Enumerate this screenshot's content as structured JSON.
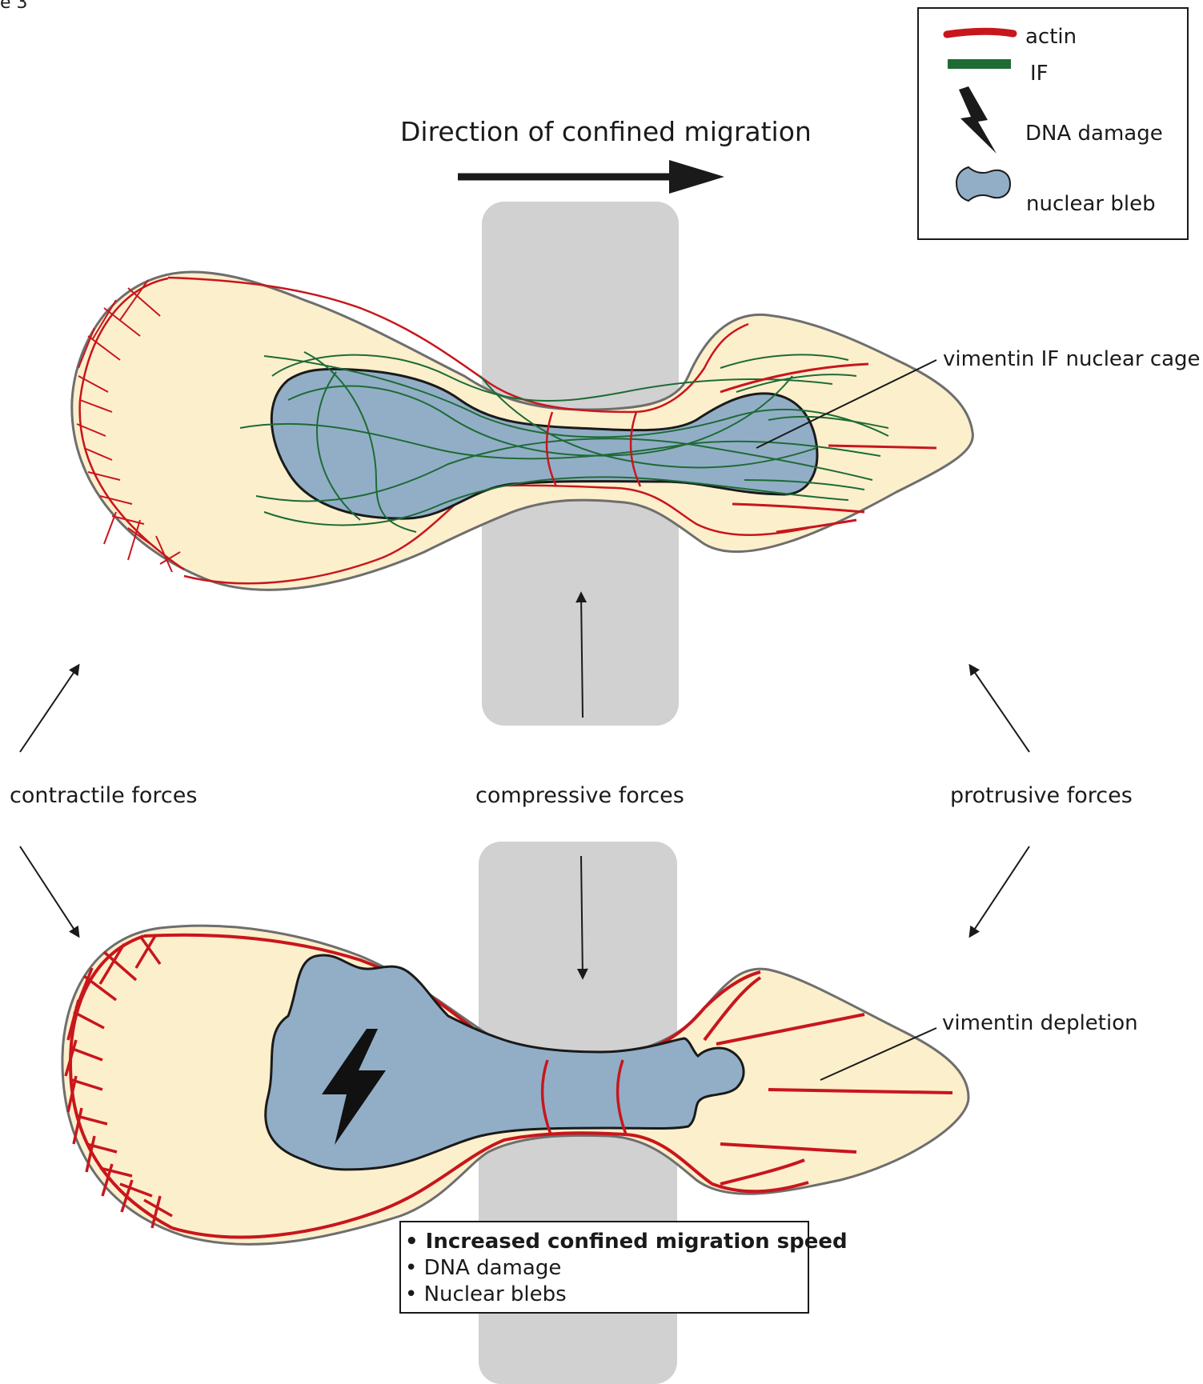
{
  "figure_tag": "e 3",
  "legend": {
    "actin": "actin",
    "if": "IF",
    "dna_damage": "DNA damage",
    "nuclear_bleb": "nuclear bleb"
  },
  "direction_label": "Direction of confined migration",
  "labels": {
    "vimentin_cage": "vimentin IF nuclear cage",
    "contractile": "contractile forces",
    "compressive": "compressive forces",
    "protrusive": "protrusive forces",
    "vimentin_depletion": "vimentin depletion"
  },
  "outcomes": [
    "• Increased confined migration speed",
    "• DNA damage",
    "• Nuclear blebs"
  ],
  "colors": {
    "actin": "#c8161d",
    "if": "#1e6b35",
    "cytoplasm": "#fcefcc",
    "nucleus": "#92aec7",
    "constriction": "#d1d1d1"
  }
}
